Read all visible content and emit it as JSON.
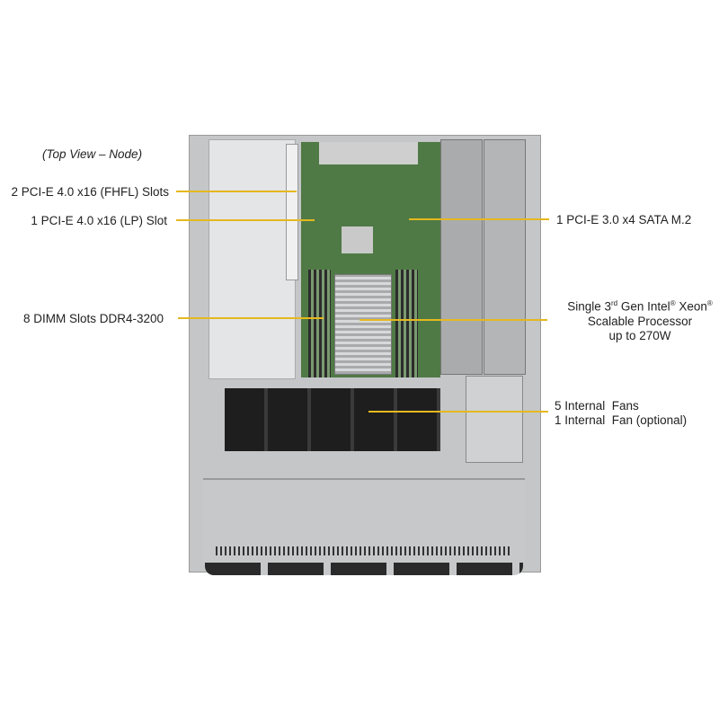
{
  "caption": "(Top View – Node)",
  "callouts": {
    "pcie_fhfl": "2 PCI-E 4.0 x16 (FHFL) Slots",
    "pcie_lp": "1 PCI-E 4.0 x16 (LP) Slot",
    "m2": "1 PCI-E 3.0 x4 SATA M.2",
    "dimm": "8 DIMM Slots DDR4-3200",
    "cpu": {
      "line1_pre": "Single 3",
      "line1_sup1": "rd",
      "line1_mid": " Gen Intel",
      "line1_sup2": "®",
      "line1_post": "  Xeon",
      "line1_sup3": "®",
      "line2": "Scalable Processor",
      "line3": "up to 270W"
    },
    "fans": {
      "line1": "5 Internal  Fans",
      "line2": "1 Internal  Fan (optional)"
    }
  },
  "colors": {
    "leader": "#e5b81e",
    "board": "#4f7a45",
    "chassis": "#b9bcbf"
  }
}
